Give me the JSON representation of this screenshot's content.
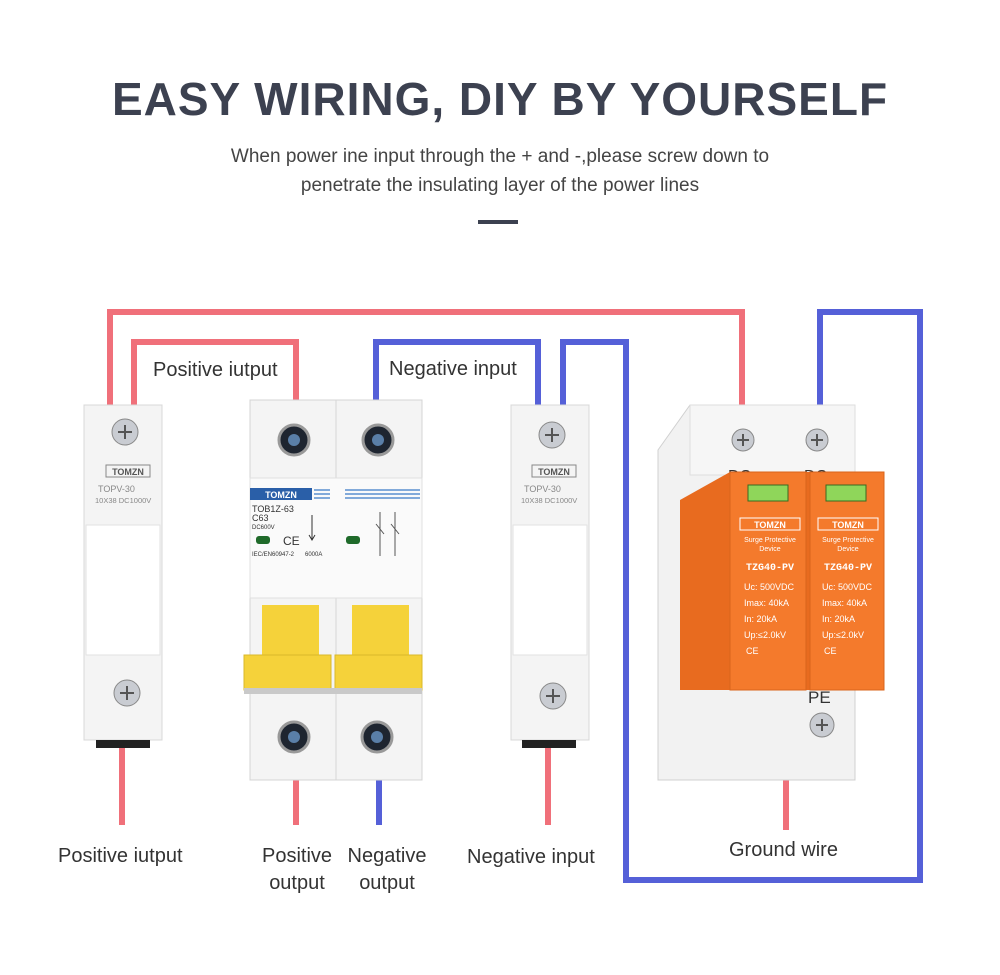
{
  "header": {
    "title": "EASY WIRING, DIY BY YOURSELF",
    "subtitle_line1": "When power ine input through the + and -,please screw down to",
    "subtitle_line2": "penetrate the insulating layer of the power lines"
  },
  "colors": {
    "positive_wire": "#f0707a",
    "negative_wire": "#5560d8",
    "spd_orange": "#f47a2c",
    "breaker_yellow": "#f5d23a",
    "brand_blue": "#2a5fa8"
  },
  "labels": {
    "positive_iutput_top": "Positive iutput",
    "negative_input_top": "Negative input",
    "positive_iutput_bottom": "Positive iutput",
    "positive_output_line1": "Positive",
    "positive_output_line2": "output",
    "negative_output_line1": "Negative",
    "negative_output_line2": "output",
    "negative_input_bottom": "Negative input",
    "ground_wire": "Ground wire"
  },
  "fuse": {
    "brand": "TOMZN",
    "model": "TOPV-30",
    "spec": "10X38 DC1000V"
  },
  "breaker": {
    "brand": "TOMZN",
    "model": "TOB1Z-63",
    "rating": "C63",
    "voltage": "DC600V",
    "ce": "CE",
    "standard": "IEC/EN60947-2",
    "capacity": "6000A"
  },
  "spd": {
    "terminal_left": "DC+",
    "terminal_right": "DC-",
    "pe": "PE",
    "brand": "TOMZN",
    "desc_line1": "Surge Protective",
    "desc_line2": "Device",
    "model": "TZG40-PV",
    "uc": "Uc: 500VDC",
    "imax": "Imax: 40kA",
    "in": "In:   20kA",
    "up": "Up:≤2.0kV",
    "ce": "CE"
  }
}
